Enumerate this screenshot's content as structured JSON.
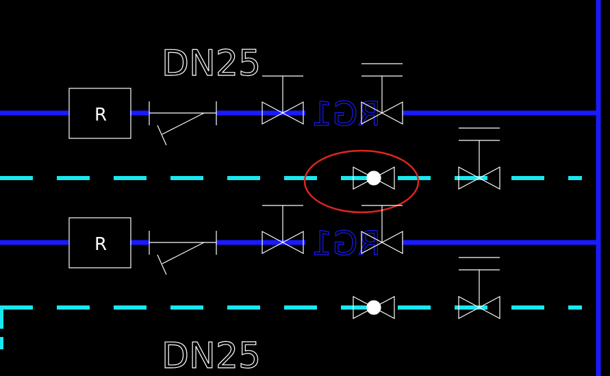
{
  "drawing": {
    "background": "#000000",
    "colors": {
      "pipe_supply": "#1a1aff",
      "pipe_return": "#18e8f0",
      "linework": "#ffffff",
      "mirrored_text": "#1a1aff",
      "highlight": "#e0251e"
    },
    "labels": {
      "pipe_size_top": "DN25",
      "pipe_size_bottom": "DN25",
      "filter_tag_upper": "R",
      "filter_tag_lower": "R",
      "mirrored_tag_upper": "RG1",
      "mirrored_tag_lower": "RG1"
    },
    "symbols": {
      "filter": "filter-box-icon",
      "strainer": "y-strainer-icon",
      "gate_valve": "gate-valve-icon",
      "balancing_valve": "balancing-valve-icon"
    },
    "highlight_note": "red-ellipse-annotation"
  }
}
